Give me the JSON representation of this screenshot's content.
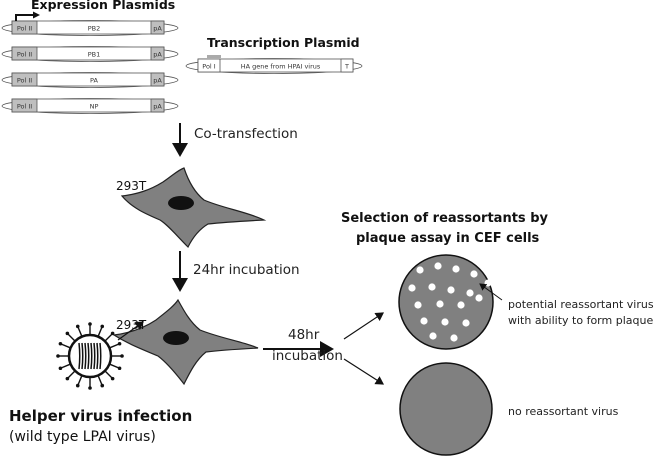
{
  "expression": {
    "title": "Expression Plasmids",
    "plasmids": [
      {
        "promoter": "Pol II",
        "gene": "PB2",
        "tail": "pA"
      },
      {
        "promoter": "Pol II",
        "gene": "PB1",
        "tail": "pA"
      },
      {
        "promoter": "Pol II",
        "gene": "PA",
        "tail": "pA"
      },
      {
        "promoter": "Pol II",
        "gene": "NP",
        "tail": "pA"
      }
    ]
  },
  "transcription": {
    "title": "Transcription Plasmid",
    "promoter": "Pol I",
    "gene": "HA gene from HPAI virus",
    "tail": "T"
  },
  "steps": {
    "cotransfection": "Co-transfection",
    "incubation_24": "24hr incubation",
    "incubation_48_line1": "48hr",
    "incubation_48_line2": "incubation"
  },
  "cells": {
    "cell1": "293T",
    "cell2": "293T"
  },
  "selection": {
    "title_line1": "Selection of reassortants by",
    "title_line2": "plaque assay in CEF cells",
    "positive_line1": "potential reassortant virus",
    "positive_line2": "with ability to form plaque",
    "negative": "no  reassortant virus"
  },
  "helper": {
    "title": "Helper virus infection",
    "subtitle": "(wild type LPAI virus)"
  }
}
